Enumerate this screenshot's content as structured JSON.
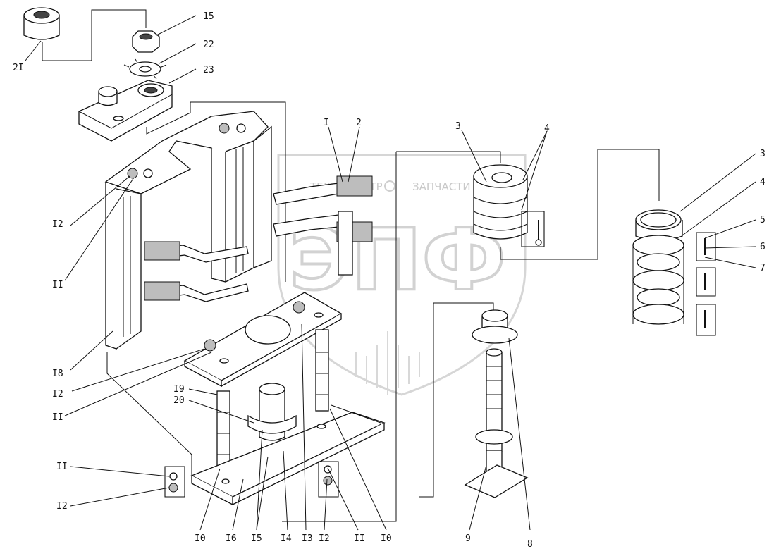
{
  "watermark": {
    "brand_text": "ТЕХНОЦЕНТР",
    "sub_text": "ЗАПЧАСТИ",
    "big_letters": "ЭПФ"
  },
  "callouts": [
    {
      "id": "c21",
      "text": "2I"
    },
    {
      "id": "c15",
      "text": "15"
    },
    {
      "id": "c22",
      "text": "22"
    },
    {
      "id": "c23",
      "text": "23"
    },
    {
      "id": "cI",
      "text": "I"
    },
    {
      "id": "c2",
      "text": "2"
    },
    {
      "id": "c3a",
      "text": "3"
    },
    {
      "id": "c4a",
      "text": "4"
    },
    {
      "id": "c3b",
      "text": "3"
    },
    {
      "id": "c4b",
      "text": "4"
    },
    {
      "id": "c5",
      "text": "5"
    },
    {
      "id": "c6",
      "text": "6"
    },
    {
      "id": "c7",
      "text": "7"
    },
    {
      "id": "c12a",
      "text": "I2"
    },
    {
      "id": "c11a",
      "text": "II"
    },
    {
      "id": "c18",
      "text": "I8"
    },
    {
      "id": "c12b",
      "text": "I2"
    },
    {
      "id": "c11b",
      "text": "II"
    },
    {
      "id": "c19",
      "text": "I9"
    },
    {
      "id": "c20",
      "text": "20"
    },
    {
      "id": "c11c",
      "text": "II"
    },
    {
      "id": "c12c",
      "text": "I2"
    },
    {
      "id": "c10a",
      "text": "I0"
    },
    {
      "id": "c16",
      "text": "I6"
    },
    {
      "id": "c15b",
      "text": "I5"
    },
    {
      "id": "c14",
      "text": "I4"
    },
    {
      "id": "c13",
      "text": "I3"
    },
    {
      "id": "c12d",
      "text": "I2"
    },
    {
      "id": "c11d",
      "text": "II"
    },
    {
      "id": "c10b",
      "text": "I0"
    },
    {
      "id": "c9",
      "text": "9"
    },
    {
      "id": "c8",
      "text": "8"
    }
  ]
}
